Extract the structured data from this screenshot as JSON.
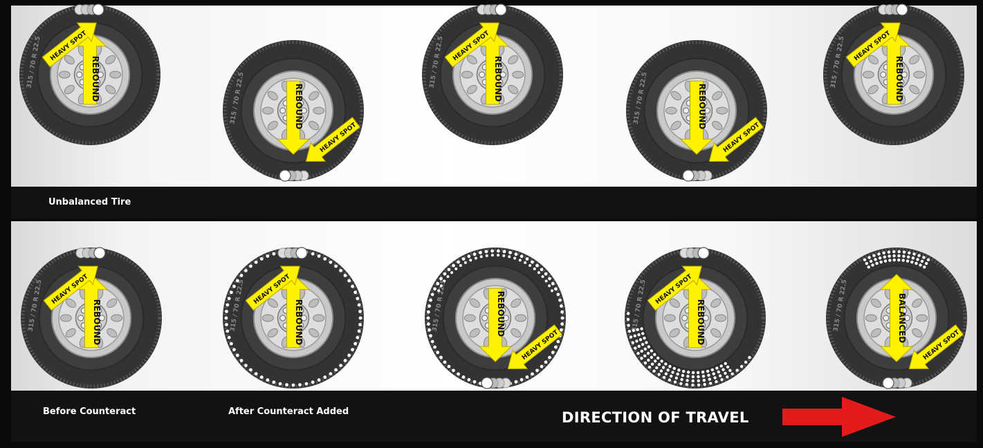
{
  "top_caption": "Unbalanced Tire",
  "bottom_captions": {
    "before": "Before Counteract",
    "after": "After Counteract Added"
  },
  "direction": {
    "label": "DIRECTION OF TRAVEL",
    "arrow_color": "#e31b1b"
  },
  "colors": {
    "arrow_fill": "#fff200",
    "tire": "#333333",
    "hub": "#c9c9c9"
  },
  "labels": {
    "rebound": "REBOUND",
    "heavy_spot": "HEAVY SPOT",
    "balanced": "BALANCED",
    "tire_size": "315 / 70 R 22.5"
  },
  "tires_top": [
    {
      "name": "tire-top-1",
      "state": "heavy spot at top, rebound up"
    },
    {
      "name": "tire-top-2",
      "state": "heavy spot at bottom, rebound down"
    },
    {
      "name": "tire-top-3",
      "state": "heavy spot at top, rebound up"
    },
    {
      "name": "tire-top-4",
      "state": "heavy spot at bottom, rebound down"
    },
    {
      "name": "tire-top-5",
      "state": "heavy spot at top, rebound up"
    }
  ],
  "tires_bottom": [
    {
      "name": "tire-bottom-1",
      "state": "heavy spot at top, rebound up"
    },
    {
      "name": "tire-bottom-2",
      "state": "counteract beads spread around, rebound up"
    },
    {
      "name": "tire-bottom-3",
      "state": "beads migrating, rebound down"
    },
    {
      "name": "tire-bottom-4",
      "state": "beads gathering at bottom, rebound up"
    },
    {
      "name": "tire-bottom-5",
      "state": "beads opposite heavy spot, balanced"
    }
  ]
}
